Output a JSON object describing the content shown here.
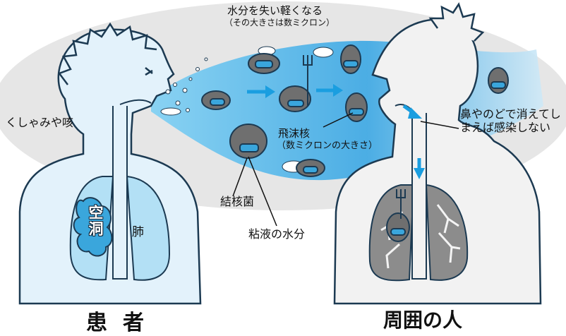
{
  "labels": {
    "title": "水分を失い軽くなる",
    "subtitle": "（その大きさは数ミクロン）",
    "sneeze": "くしゃみや咳",
    "droplet_nuclei": "飛沫核",
    "droplet_nuclei_size": "（数ミクロンの大きさ）",
    "nose_throat": "鼻やのどで消えてしまえば感染しない",
    "bacteria": "結核菌",
    "mucus": "粘液の水分",
    "lung": "肺",
    "cavity": "空洞",
    "patient": "患者",
    "people_around": "周囲の人"
  },
  "colors": {
    "background_cloud": "#e6e6e6",
    "spray": "#3fa9e6",
    "body_light": "#e3f2fb",
    "lung_patient": "#b3e0f5",
    "cavity": "#3aa6dc",
    "lung_infected": "#8c8c8c",
    "arrow": "#1a9ee0",
    "germ": "#6f6f6f",
    "mask": "#3aa6dc"
  }
}
